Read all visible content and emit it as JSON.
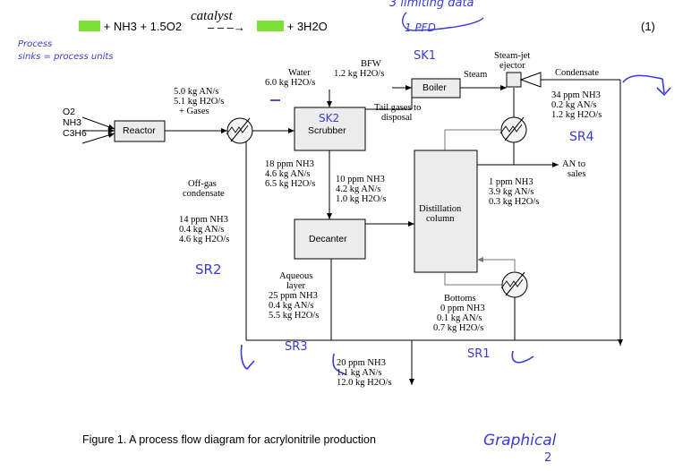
{
  "equation": {
    "left_terms": "+ NH3 + 1.5O2",
    "catalyst": "catalyst",
    "right_terms": "+ 3H2O",
    "number": "(1)"
  },
  "annotations": {
    "limiting": "3 limiting data",
    "pfd": "1 PFD",
    "process_sinks_1": "Process",
    "process_sinks_2": "sinks = process units",
    "sk1": "SK1",
    "sk2": "SK2",
    "sr4": "SR4",
    "sr2": "SR2",
    "sr3": "SR3",
    "sr1": "SR1",
    "graphical": "Graphical",
    "graphical_num": "2"
  },
  "units": {
    "reactor": "Reactor",
    "scrubber": "Scrubber",
    "boiler": "Boiler",
    "decanter": "Decanter",
    "distillation_1": "Distillation",
    "distillation_2": "column",
    "steam_jet_1": "Steam-jet",
    "steam_jet_2": "ejector"
  },
  "streams": {
    "feed": [
      "O2",
      "NH3",
      "C3H6"
    ],
    "reactor_out": [
      "5.0 kg AN/s",
      "5.1 kg H2O/s",
      "+ Gases"
    ],
    "water_1": "Water",
    "water_2": "6.0 kg H2O/s",
    "bfw_1": "BFW",
    "bfw_2": "1.2 kg H2O/s",
    "steam": "Steam",
    "condensate_label": "Condensate",
    "condensate": [
      "34 ppm NH3",
      "0.2 kg AN/s",
      "1.2 kg H2O/s"
    ],
    "tail_gas": [
      "Tail gases to",
      "disposal"
    ],
    "scrubber_out": [
      "18 ppm NH3",
      "4.6 kg AN/s",
      "6.5 kg H2O/s"
    ],
    "decanter_to_col": [
      "10 ppm NH3",
      "4.2 kg AN/s",
      "1.0 kg H2O/s"
    ],
    "offgas": [
      "Off-gas",
      "condensate"
    ],
    "offgas_vals": [
      "14 ppm NH3",
      "0.4 kg AN/s",
      "4.6 kg H2O/s"
    ],
    "an_sales": [
      "AN to",
      "sales"
    ],
    "top_product": [
      "1 ppm NH3",
      "3.9 kg AN/s",
      "0.3 kg H2O/s"
    ],
    "aqueous": [
      "Aqueous",
      "layer",
      "25 ppm NH3",
      "0.4 kg AN/s",
      "5.5 kg H2O/s"
    ],
    "bottoms": [
      "Bottoms",
      "0 ppm NH3",
      "0.1 kg AN/s",
      "0.7 kg H2O/s"
    ],
    "wastewater": [
      "20 ppm NH3",
      "1.1 kg AN/s",
      "12.0 kg H2O/s"
    ]
  },
  "caption": "Figure 1. A process flow diagram for acrylonitrile production"
}
